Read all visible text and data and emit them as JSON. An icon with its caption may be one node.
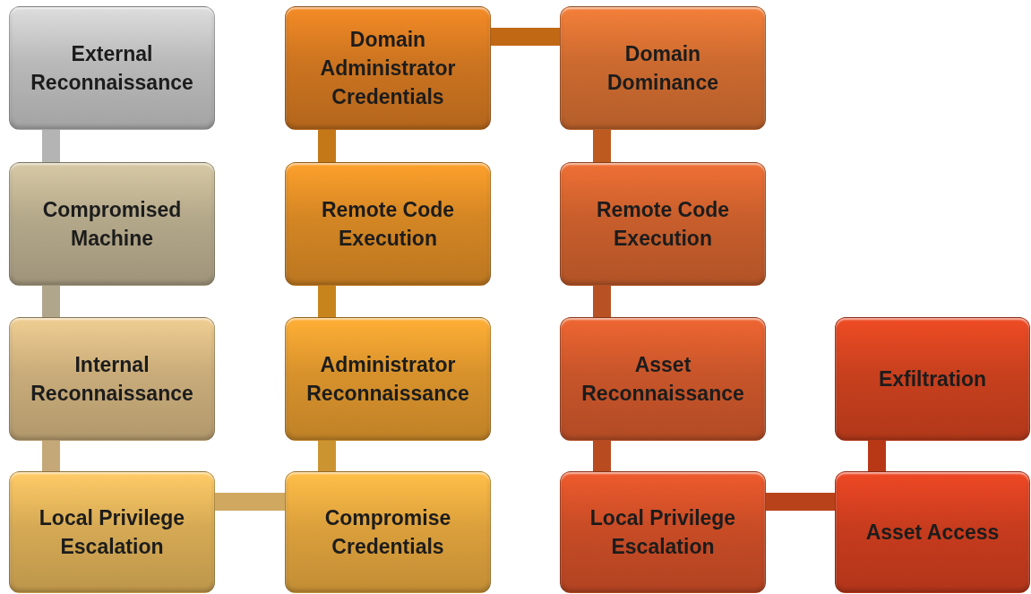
{
  "diagram": {
    "nodes": [
      {
        "text": [
          "External Reconnaissance"
        ]
      },
      {
        "text": [
          "Compromised Machine"
        ]
      },
      {
        "text": [
          "Internal Reconnaissance"
        ]
      },
      {
        "text": [
          "Local Privilege Escalation"
        ]
      },
      {
        "text": [
          "Compromise Credentials"
        ]
      },
      {
        "text": [
          "Administrator Reconnaissance"
        ]
      },
      {
        "text": [
          "Remote Code Execution"
        ]
      },
      {
        "text": [
          "Domain Administrator Credentials"
        ]
      },
      {
        "text": [
          "Domain Dominance"
        ]
      },
      {
        "text": [
          "Remote Code Execution"
        ]
      },
      {
        "text": [
          "Asset Reconnaissance"
        ]
      },
      {
        "text": [
          "Local Privilege Escalation"
        ]
      },
      {
        "text": [
          "Asset Access"
        ]
      },
      {
        "text": [
          "Exfiltration"
        ]
      }
    ],
    "edges": [
      {
        "from": 0,
        "to": 1,
        "arrow": "none",
        "color": "#b4b4b4"
      },
      {
        "from": 1,
        "to": 2,
        "arrow": "none",
        "color": "#b0a68c"
      },
      {
        "from": 2,
        "to": 3,
        "arrow": "none",
        "color": "#c4a878"
      },
      {
        "from": 3,
        "to": 4,
        "arrow": "none",
        "color": "#d0a860"
      },
      {
        "from": 4,
        "to": 5,
        "arrow": "none",
        "color": "#cc9430"
      },
      {
        "from": 5,
        "to": 6,
        "arrow": "none",
        "color": "#c8841c"
      },
      {
        "from": 6,
        "to": 7,
        "arrow": "none",
        "color": "#c47818"
      },
      {
        "from": 7,
        "to": 8,
        "arrow": "none",
        "color": "#c06814"
      },
      {
        "from": 8,
        "to": 9,
        "arrow": "none",
        "color": "#bc5a20"
      },
      {
        "from": 9,
        "to": 10,
        "arrow": "none",
        "color": "#b85224"
      },
      {
        "from": 10,
        "to": 11,
        "arrow": "none",
        "color": "#b84c20"
      },
      {
        "from": 11,
        "to": 12,
        "arrow": "none",
        "color": "#b8421a"
      },
      {
        "from": 12,
        "to": 13,
        "arrow": "none",
        "color": "#b83816"
      }
    ]
  }
}
